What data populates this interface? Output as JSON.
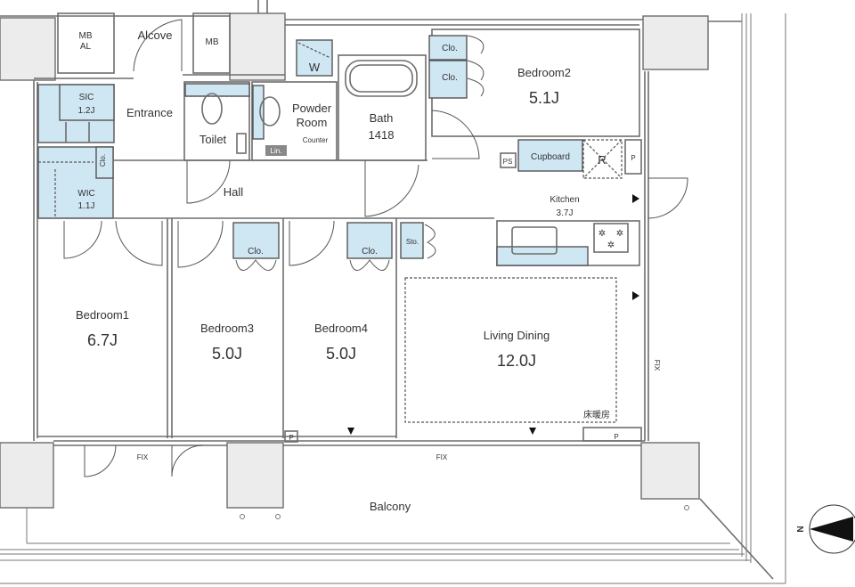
{
  "rooms": {
    "mb_al": {
      "line1": "MB",
      "line2": "AL"
    },
    "alcove": "Alcove",
    "mb": "MB",
    "sic": {
      "name": "SIC",
      "size": "1.2J"
    },
    "entrance": "Entrance",
    "toilet": "Toilet",
    "washer": "W",
    "powder_room": {
      "line1": "Powder",
      "line2": "Room"
    },
    "counter": "Counter",
    "linen": "Lin.",
    "bath": {
      "name": "Bath",
      "size": "1418"
    },
    "bedroom2": {
      "name": "Bedroom2",
      "size": "5.1J"
    },
    "clo_b2_top": "Clo.",
    "clo_b2_bottom": "Clo.",
    "clo_hall": "Clo.",
    "wic": {
      "name": "WIC",
      "size": "1.1J"
    },
    "hall": "Hall",
    "ps": "PS",
    "cupboard": "Cupboard",
    "refrigerator": "R",
    "pipe_kitchen": "P",
    "kitchen": {
      "name": "Kitchen",
      "size": "3.7J"
    },
    "clo_bedroom3": "Clo.",
    "clo_bedroom4": "Clo.",
    "storage": "Sto.",
    "bedroom1": {
      "name": "Bedroom1",
      "size": "6.7J"
    },
    "bedroom3": {
      "name": "Bedroom3",
      "size": "5.0J"
    },
    "bedroom4": {
      "name": "Bedroom4",
      "size": "5.0J"
    },
    "living_dining": {
      "name": "Living Dining",
      "size": "12.0J"
    },
    "floor_heating": "床暖房",
    "pipe_bedroom4": "P",
    "pipe_living": "P",
    "fix_left": "FIX",
    "fix_center": "FIX",
    "fix_right": "FIX",
    "balcony": "Balcony"
  },
  "compass": {
    "label": "N",
    "direction": "west"
  },
  "colors": {
    "storage_fill": "#cfe6f3",
    "structure_fill": "#ececec",
    "wall": "#6d6d6d"
  }
}
